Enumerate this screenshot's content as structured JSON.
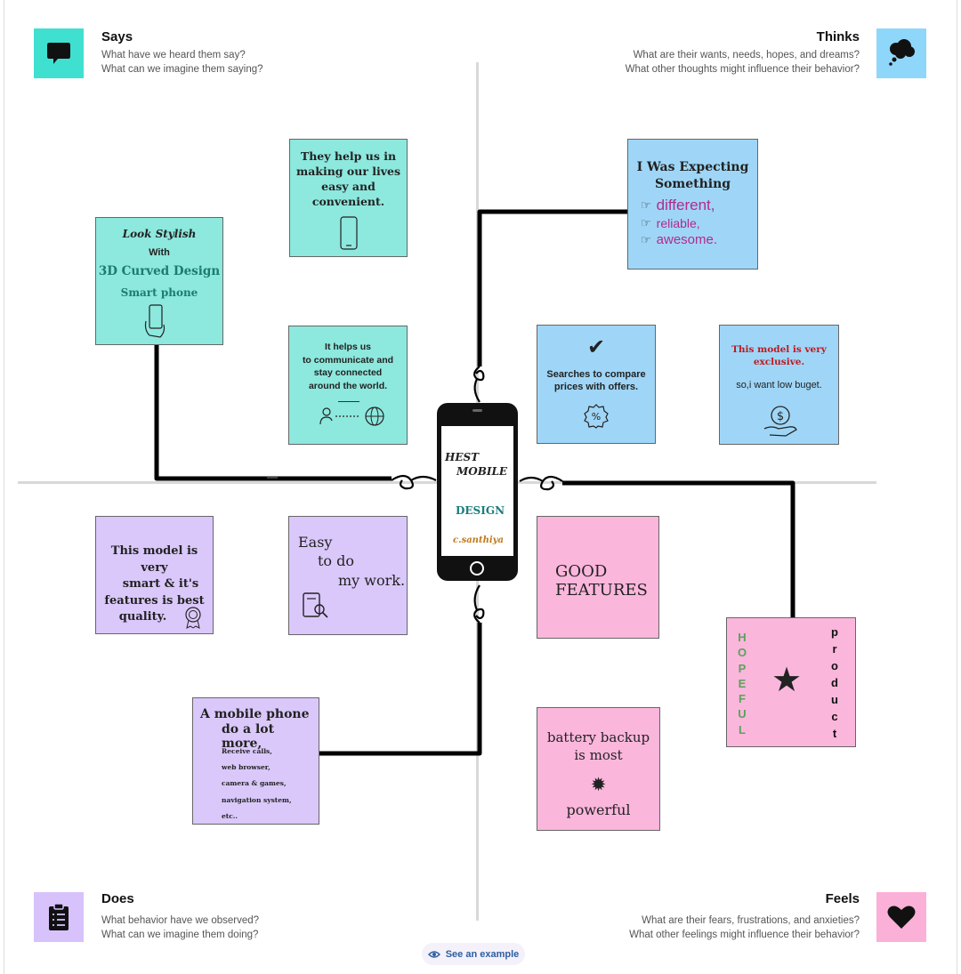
{
  "quadrants": {
    "says": {
      "title": "Says",
      "line1": "What have we heard them say?",
      "line2": "What can we imagine them saying?",
      "icon": "speech-bubble-icon",
      "color": "#3fe0d0"
    },
    "thinks": {
      "title": "Thinks",
      "line1": "What are their wants, needs, hopes, and dreams?",
      "line2": "What other thoughts might influence their behavior?",
      "icon": "thought-cloud-icon",
      "color": "#8fd6fb"
    },
    "does": {
      "title": "Does",
      "line1": "What behavior have we observed?",
      "line2": "What can we imagine them doing?",
      "icon": "clipboard-icon",
      "color": "#d7c2fb"
    },
    "feels": {
      "title": "Feels",
      "line1": "What are their fears, frustrations, and anxieties?",
      "line2": "What other feelings might influence their behavior?",
      "icon": "heart-icon",
      "color": "#fbb0d8"
    }
  },
  "notes": {
    "stylish": {
      "l1": "Look Stylish",
      "l2": "With",
      "l3": "3D Curved Design",
      "l4": "Smart phone"
    },
    "help_lives": {
      "text": "They help us in making our lives easy and convenient."
    },
    "communicate": {
      "l1": "It helps us",
      "l2": "to communicate and",
      "l3": "stay connected",
      "l4": "around the world."
    },
    "expecting": {
      "title1": "I Was Expecting",
      "title2": "Something",
      "b1": "different,",
      "b2": "reliable,",
      "b3": "awesome."
    },
    "searches": {
      "text1": "Searches to compare",
      "text2": "prices with offers."
    },
    "exclusive": {
      "l1": "This model is very",
      "l2": "exclusive.",
      "l3": "so,i want low buget."
    },
    "smart": {
      "l1": "This model is very",
      "l2": "smart & it's",
      "l3": "features is best",
      "l4": "quality."
    },
    "easy": {
      "l1": "Easy",
      "l2": "to do",
      "l3": "my work."
    },
    "good": {
      "l1": "GOOD",
      "l2": "FEATURES"
    },
    "hopeful": {
      "left": [
        "H",
        "O",
        "P",
        "E",
        "F",
        "U",
        "L"
      ],
      "right": [
        "p",
        "r",
        "o",
        "d",
        "u",
        "c",
        "t"
      ]
    },
    "mobile_more": {
      "l1": "A mobile phone",
      "l2": "do a lot more,",
      "i1": "Receive calls,",
      "i2": "web browser,",
      "i3": "camera & games,",
      "i4": "navigation system,",
      "i5": "etc.."
    },
    "battery": {
      "l1": "battery backup",
      "l2": "is most",
      "l3": "powerful"
    }
  },
  "phone": {
    "l1": "HEST",
    "l2": "MOBILE",
    "l3": "DESIGN",
    "l4": "c.santhiya"
  },
  "example_button": {
    "label": "See an example"
  }
}
